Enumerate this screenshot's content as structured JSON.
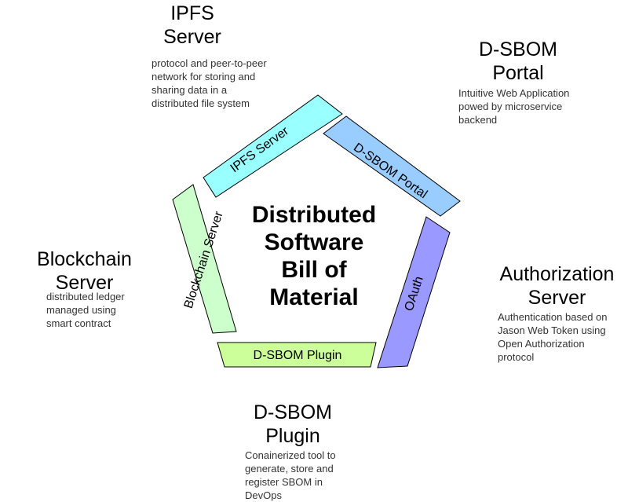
{
  "center_title": "Distributed\nSoftware\nBill of\nMaterial",
  "segments": {
    "ipfs": {
      "label": "IPFS Server",
      "color": "#99ffff"
    },
    "portal": {
      "label": "D-SBOM Portal",
      "color": "#99ccff"
    },
    "oauth": {
      "label": "OAuth",
      "color": "#9999ff"
    },
    "plugin": {
      "label": "D-SBOM Plugin",
      "color": "#ccff99"
    },
    "blockchain": {
      "label": "Blockchain Server",
      "color": "#ccffcc"
    }
  },
  "nodes": {
    "ipfs": {
      "title": "IPFS\nServer",
      "description": "protocol and peer-to-peer\nnetwork for storing and\nsharing data in a\ndistributed file system"
    },
    "portal": {
      "title": "D-SBOM\nPortal",
      "description": "Intuitive Web Application\npowed by microservice\nbackend"
    },
    "oauth": {
      "title": "Authorization\nServer",
      "description": "Authentication based on\nJason Web Token using\nOpen Authorization\nprotocol"
    },
    "plugin": {
      "title": "D-SBOM\nPlugin",
      "description": "Conainerized tool to\ngenerate, store and\nregister SBOM in\nDevOps"
    },
    "blockchain": {
      "title": "Blockchain\nServer",
      "description": "distributed ledger\nmanaged using\nsmart contract"
    }
  }
}
